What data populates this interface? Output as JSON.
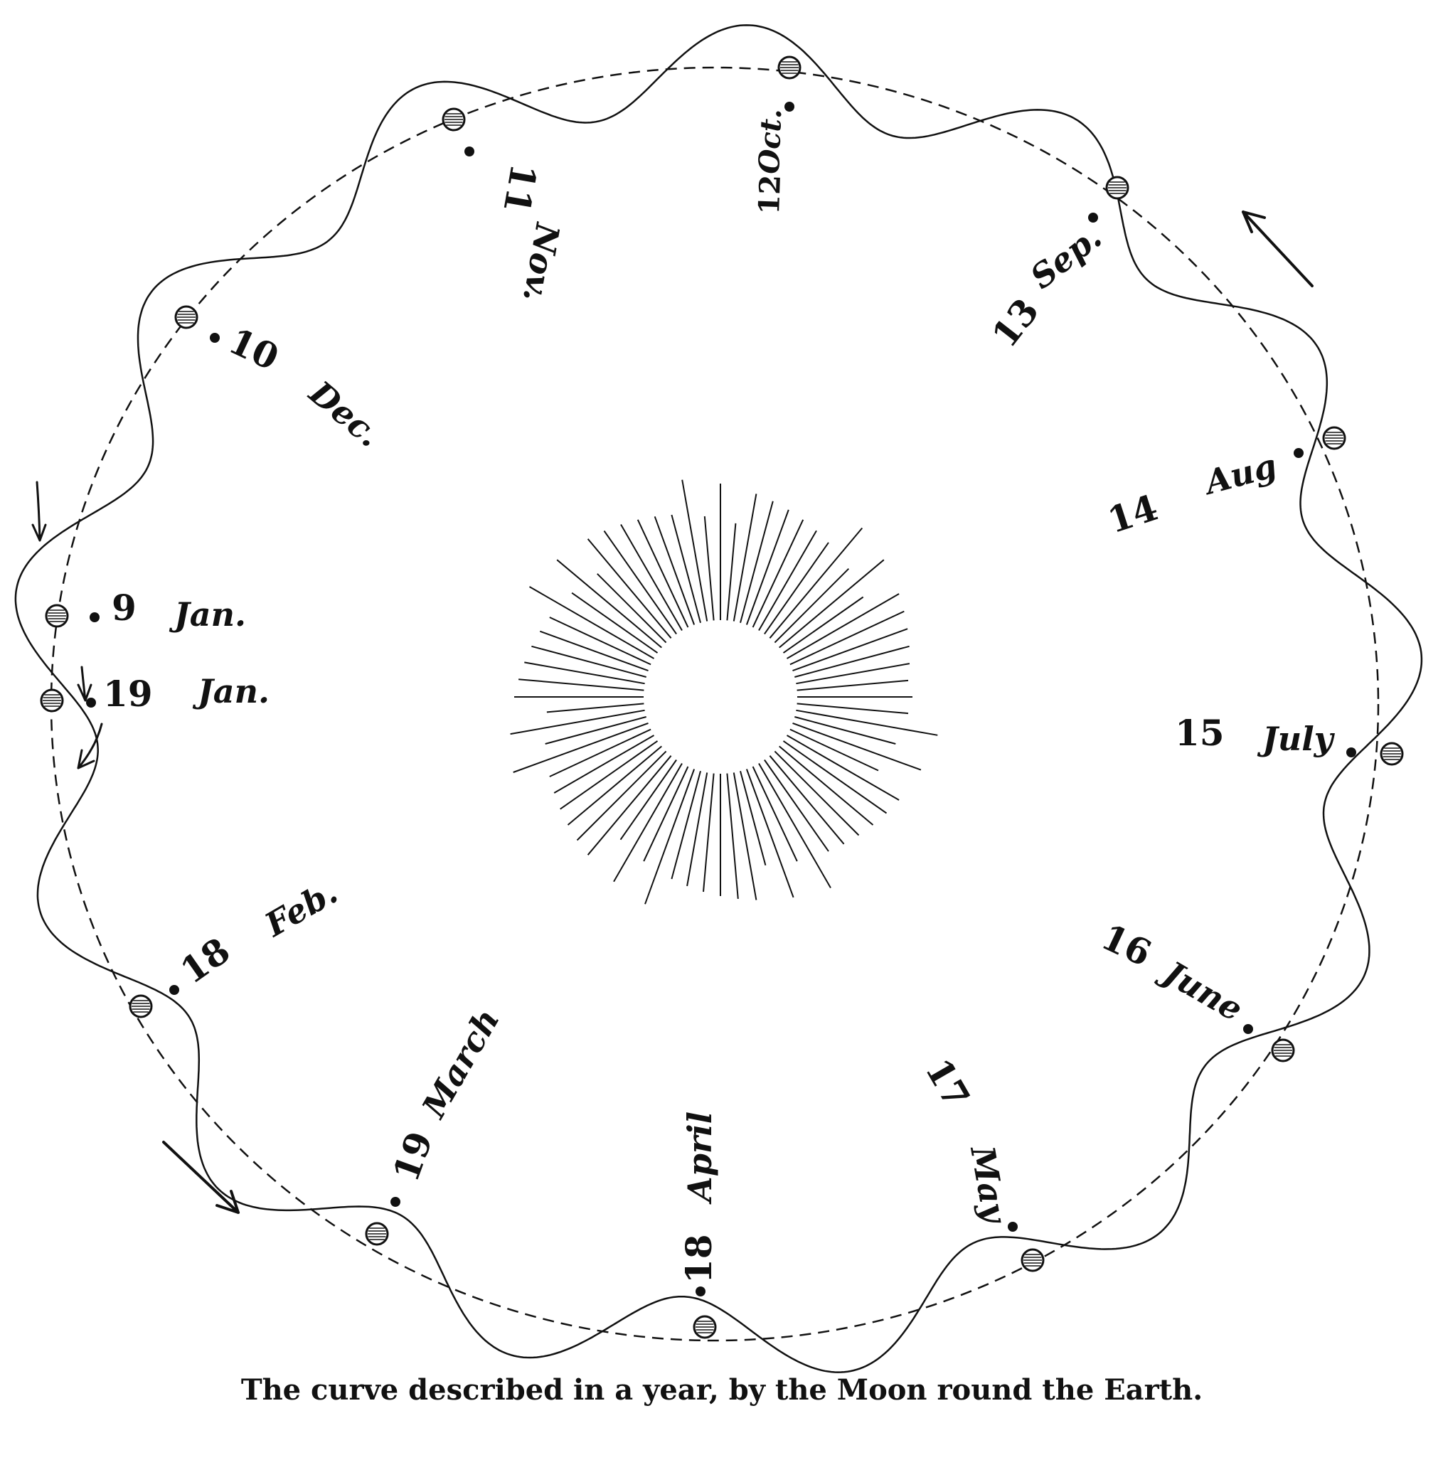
{
  "caption": "The curve described in a year, by the Moon round the Earth.",
  "labels": {
    "d9": "9",
    "jan1": "Jan.",
    "d19a": "19",
    "jan2": "Jan.",
    "d10": "10",
    "dec": "Dec.",
    "d11": "11",
    "nov": "Nov.",
    "d12": "12",
    "oct": "Oct.",
    "d13": "13",
    "sep": "Sep.",
    "d14": "14",
    "aug": "Aug",
    "d15": "15",
    "jul": "July",
    "d16": "16",
    "jun": "June",
    "d17": "17",
    "may": "May",
    "d18a": "18",
    "apr": "April",
    "d19b": "19",
    "mar": "March",
    "d18b": "18",
    "feb": "Feb."
  },
  "colors": {
    "ink": "#111111",
    "paper": "#ffffff"
  }
}
